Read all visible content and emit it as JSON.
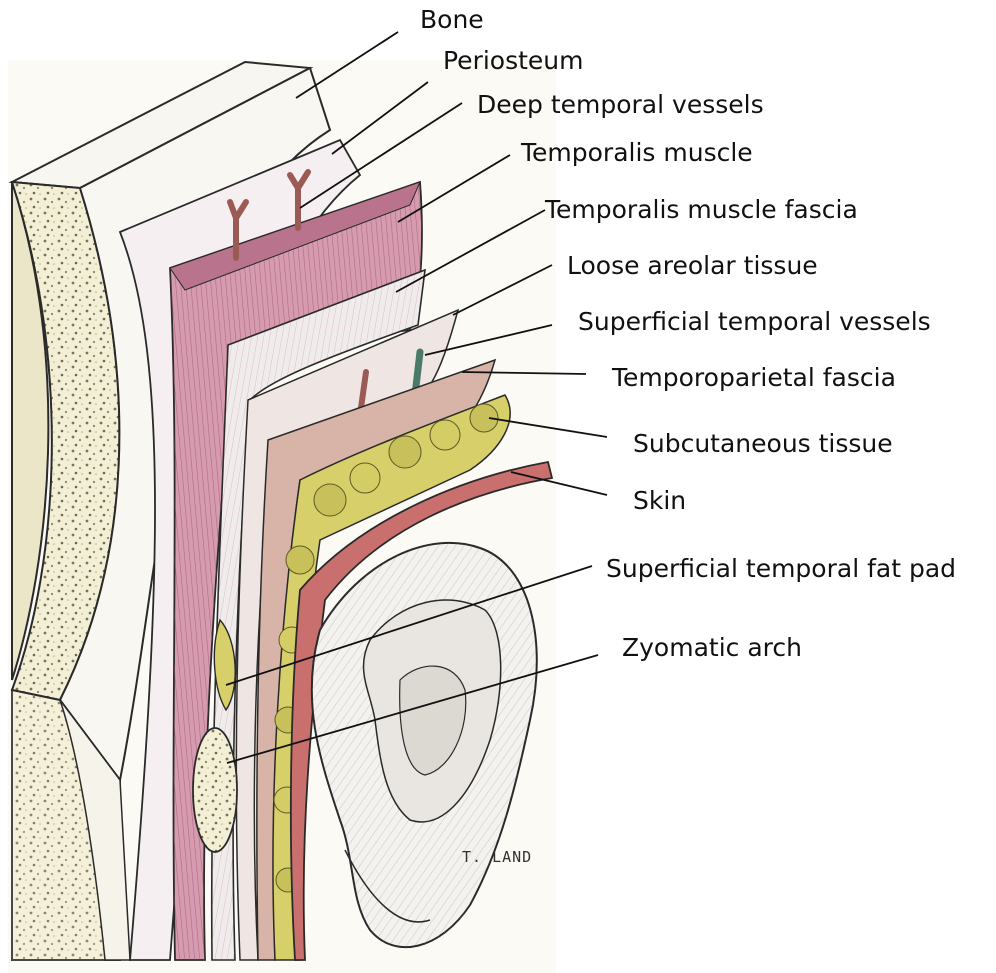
{
  "labels": {
    "bone": "Bone",
    "periosteum": "Periosteum",
    "deep_temporal_vessels": "Deep temporal vessels",
    "temporalis_muscle": "Temporalis muscle",
    "temporalis_muscle_fascia": "Temporalis muscle fascia",
    "loose_areolar_tissue": "Loose areolar tissue",
    "superficial_temporal_vessels": "Superficial temporal vessels",
    "temporoparietal_fascia": "Temporoparietal fascia",
    "subcutaneous_tissue": "Subcutaneous tissue",
    "skin": "Skin",
    "superficial_temporal_fat_pad": "Superficial temporal fat pad",
    "zygomatic_arch": "Zyomatic arch"
  },
  "signature": "T. LAND",
  "colors": {
    "muscle": "#c98a9e",
    "muscle_dark": "#a95c75",
    "fat": "#c8c05a",
    "bone_stipple": "#7a7456",
    "skin": "#c9706f",
    "vessel_red": "#9c5a55",
    "vessel_green": "#4a7a6a",
    "outline": "#2a2a2a"
  }
}
